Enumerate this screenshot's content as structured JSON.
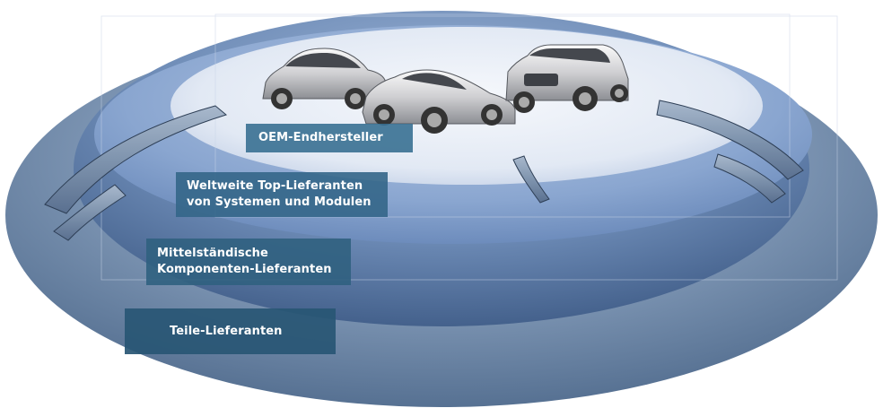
{
  "diagram": {
    "tiers": [
      {
        "id": "oem",
        "lines": [
          "OEM-Endhersteller"
        ]
      },
      {
        "id": "top",
        "lines": [
          "Weltweite Top-Lieferanten",
          "von Systemen und Modulen"
        ]
      },
      {
        "id": "mid",
        "lines": [
          "Mittelständische",
          "Komponenten-Lieferanten"
        ]
      },
      {
        "id": "parts",
        "lines": [
          "Teile-Lieferanten"
        ]
      }
    ],
    "vehicles": [
      {
        "name": "sedan-car"
      },
      {
        "name": "sports-car"
      },
      {
        "name": "suv-car"
      }
    ],
    "colors": {
      "outer_ring": "#6c86a6",
      "middle_ring": "#5b7ba4",
      "inner_ring": "#7f9cc8",
      "top_disc": "#e6ecf5",
      "arrow": "#7e93ae",
      "label_bg": "#2f6a8c",
      "label_text": "#ffffff"
    }
  }
}
